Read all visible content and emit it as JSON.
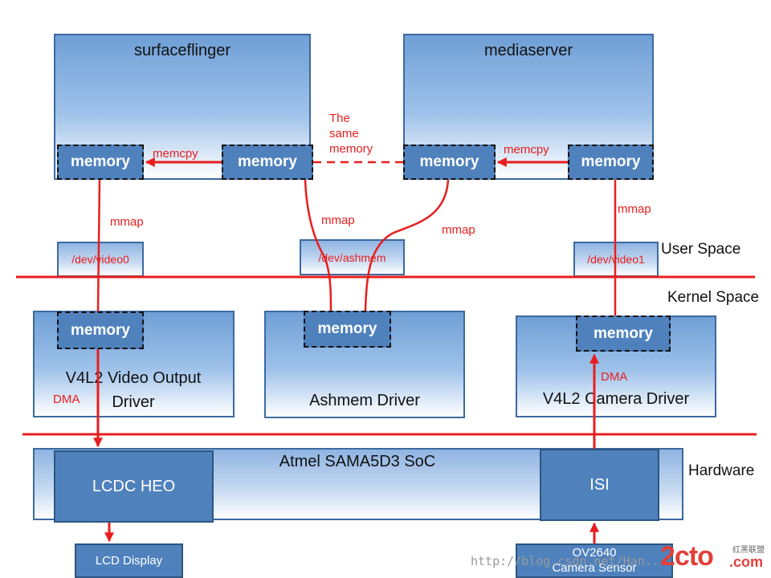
{
  "boxes": {
    "surfaceflinger": "surfaceflinger",
    "mediaserver": "mediaserver",
    "v4l2_output": "V4L2 Video Output\nDriver",
    "ashmem_driver": "Ashmem Driver",
    "v4l2_camera": "V4L2 Camera Driver",
    "soc": "Atmel SAMA5D3 SoC",
    "lcdc_heo": "LCDC HEO",
    "isi": "ISI",
    "lcd_display": "LCD Display",
    "ov2640": "OV2640\nCamera Sensor"
  },
  "memory_label": "memory",
  "devices": {
    "video0": "/dev/video0",
    "ashmem": "/dev/ashmem",
    "video1": "/dev/video1"
  },
  "labels": {
    "memcpy": "memcpy",
    "same_memory": "The\nsame\nmemory",
    "mmap": "mmap",
    "dma": "DMA"
  },
  "layers": {
    "user_space": "User Space",
    "kernel_space": "Kernel Space",
    "hardware": "Hardware"
  },
  "watermark": {
    "url": "http://blog.csdn.net/Han...",
    "logo": "2cto",
    "logo_sub": "红黑联盟",
    "logo_domain": ".com"
  },
  "colors": {
    "box_top": "#6f9fd6",
    "memory_fill": "#4f81bd",
    "arrow": "#e81e1e"
  }
}
